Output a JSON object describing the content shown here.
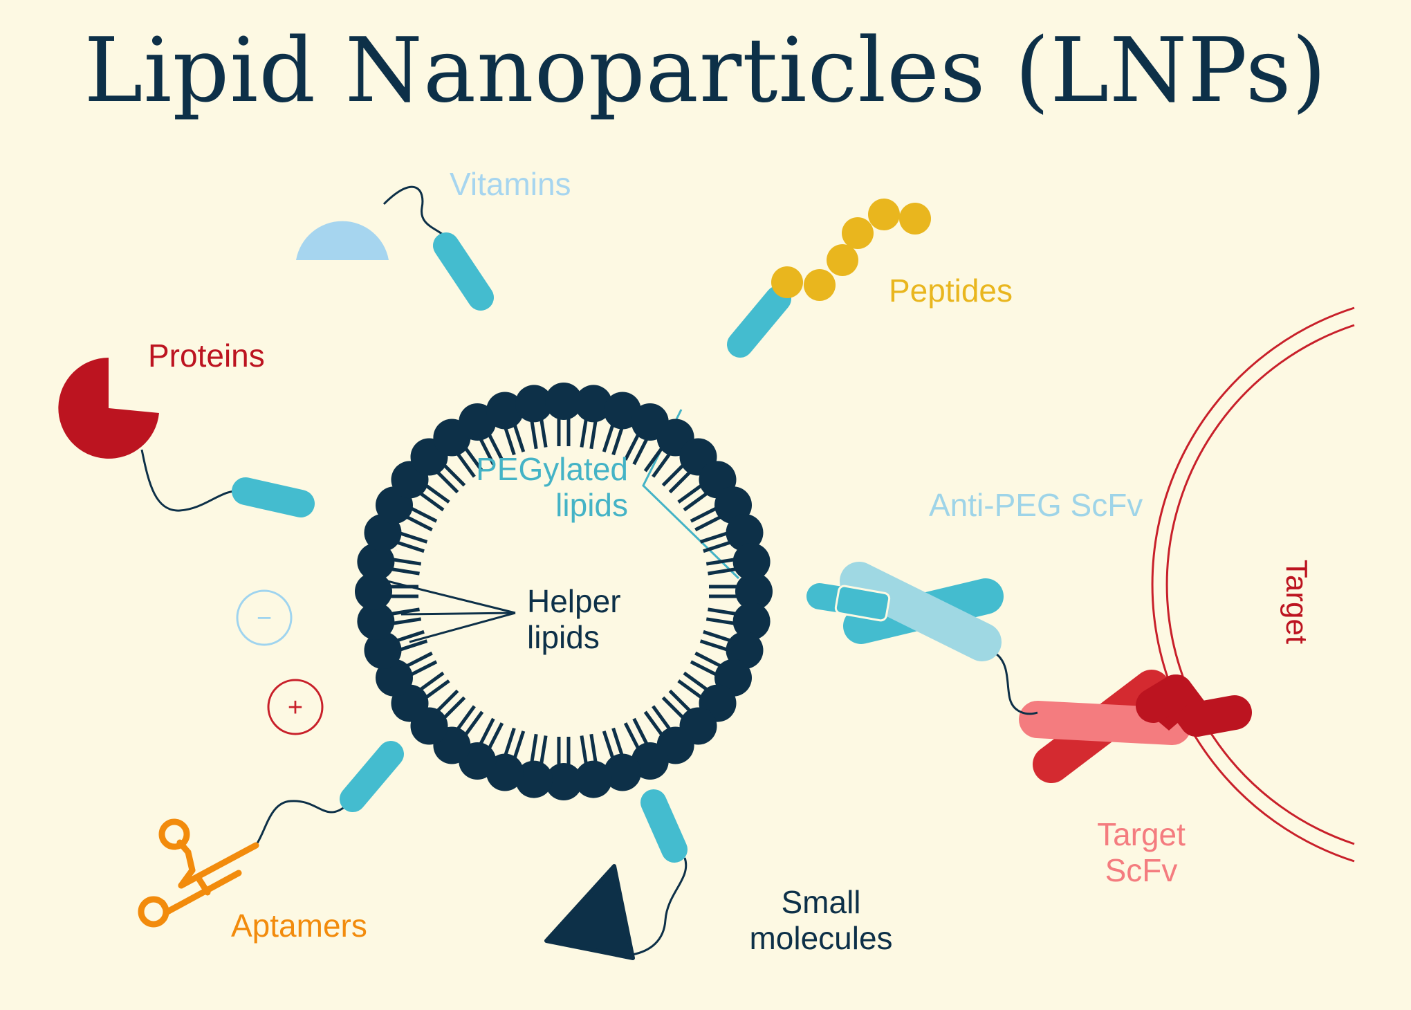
{
  "title": "Lipid Nanoparticles (LNPs)",
  "labels": {
    "vitamins": "Vitamins",
    "peptides": "Peptides",
    "proteins": "Proteins",
    "pegylated": [
      "PEGylated",
      "lipids"
    ],
    "helper": [
      "Helper",
      "lipids"
    ],
    "anti_peg_scfv": "Anti-PEG ScFv",
    "target": "Target",
    "target_scfv": [
      "Target",
      "ScFv"
    ],
    "aptamers": "Aptamers",
    "small_molecules": [
      "Small",
      "molecules"
    ],
    "charge_negative": "−",
    "charge_positive": "+"
  },
  "colors": {
    "background": "#fdf9e3",
    "navy": "#0d3048",
    "teal": "#44bccf",
    "light_blue": "#9fd4ef",
    "yellow": "#e9b61e",
    "red": "#bc1420",
    "salmon": "#f47c7f",
    "scarlet": "#d42a30",
    "orange": "#f28b0c",
    "vitamin_blue": "#a6d5ef",
    "pegylated_text": "#44b3c6",
    "anti_peg_text": "#9ed4e8"
  }
}
